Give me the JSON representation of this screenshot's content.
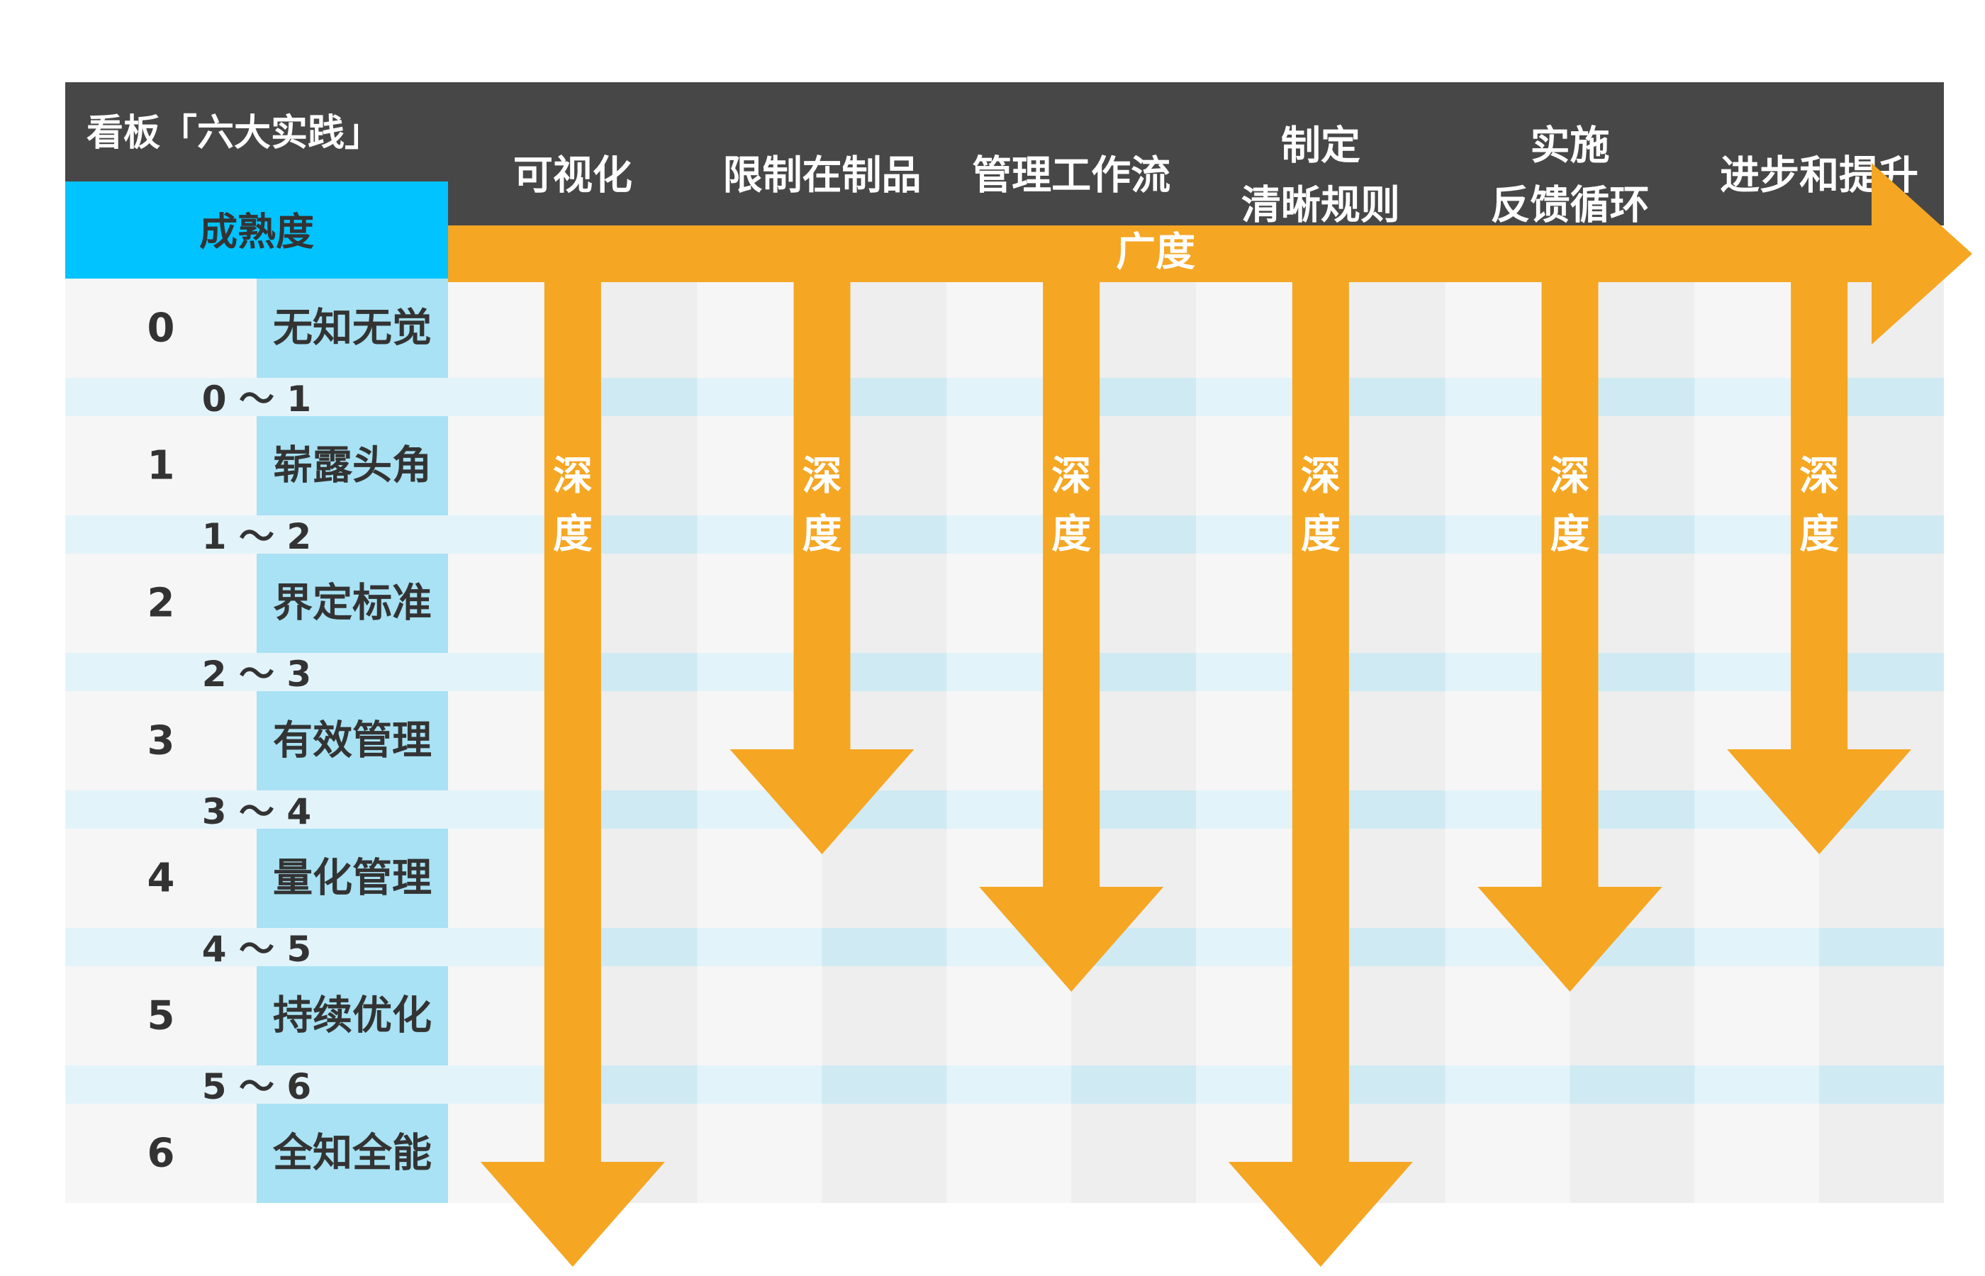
{
  "title": "看板「六大实践」",
  "maturity_header": "成熟度",
  "breadth_label": "广度",
  "depth_label_chars": [
    "深",
    "度"
  ],
  "practices": [
    {
      "lines": [
        "可视化"
      ],
      "depth_level": 6
    },
    {
      "lines": [
        "限制在制品"
      ],
      "depth_level": 3
    },
    {
      "lines": [
        "管理工作流"
      ],
      "depth_level": 4
    },
    {
      "lines": [
        "制定",
        "清晰规则"
      ],
      "depth_level": 6
    },
    {
      "lines": [
        "实施",
        "反馈循环"
      ],
      "depth_level": 4
    },
    {
      "lines": [
        "进步和提升"
      ],
      "depth_level": 3
    }
  ],
  "levels": [
    {
      "num": "0",
      "name": "无知无觉"
    },
    {
      "num": "1",
      "name": "崭露头角"
    },
    {
      "num": "2",
      "name": "界定标准"
    },
    {
      "num": "3",
      "name": "有效管理"
    },
    {
      "num": "4",
      "name": "量化管理"
    },
    {
      "num": "5",
      "name": "持续优化"
    },
    {
      "num": "6",
      "name": "全知全能"
    }
  ],
  "transitions": [
    "0 ～ 1",
    "1 ～ 2",
    "2 ～ 3",
    "3 ～ 4",
    "4 ～ 5",
    "5 ～ 6"
  ],
  "colors": {
    "header_bg": "#474747",
    "maturity_bg": "#00C3FF",
    "level_name_bg": "#A8E2F4",
    "transition_bg": "#E3F3FA",
    "transition_bg_alt": "#CFEAF3",
    "cell_light": "#F6F6F6",
    "cell_dark": "#EEEEEE",
    "arrow": "#F5A623",
    "text_dark": "#333333"
  }
}
